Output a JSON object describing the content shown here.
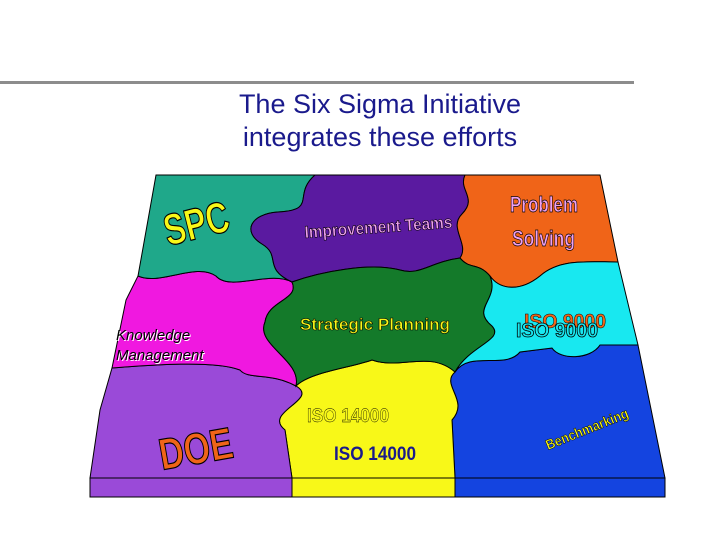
{
  "title": {
    "line1": "The Six Sigma Initiative",
    "line2": "integrates these efforts"
  },
  "pieces": {
    "spc": "SPC",
    "improvement_teams": "Improvement Teams",
    "problem_solving_line1": "Problem",
    "problem_solving_line2": "Solving",
    "knowledge_line1": "Knowledge",
    "knowledge_line2": "Management",
    "strategic_planning": "Strategic Planning",
    "iso9000_a": "ISO 9000",
    "iso9000_b": "ISO 9000",
    "doe": "DOE",
    "iso14000_a": "ISO 14000",
    "iso14000_b": "ISO 14000",
    "benchmarking": "Benchmarking"
  },
  "colors": {
    "title": "#1a1a8c",
    "spc": "#1fa88a",
    "improvement": "#5a1aa0",
    "problem": "#f06418",
    "knowledge": "#f018e0",
    "strategic": "#147a2a",
    "iso9000": "#18e8f0",
    "doe": "#9a4ad8",
    "iso14000": "#f8f818",
    "benchmarking": "#1444e0"
  }
}
